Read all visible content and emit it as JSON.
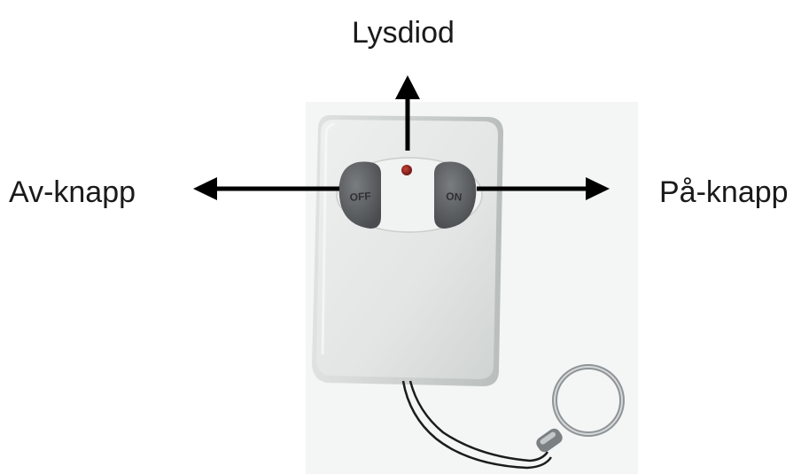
{
  "labels": {
    "led": "Lysdiod",
    "off_button": "Av-knapp",
    "on_button": "På-knapp"
  },
  "buttons": {
    "off_text": "OFF",
    "on_text": "ON"
  },
  "icons": {
    "led": "led-indicator-icon",
    "keyring": "key-ring-icon"
  },
  "colors": {
    "remote_body": "#e4e7e6",
    "button_dark": "#5c5f62",
    "led": "#8a1c16",
    "arrow": "#000000",
    "label_text": "#1a1a1a"
  }
}
